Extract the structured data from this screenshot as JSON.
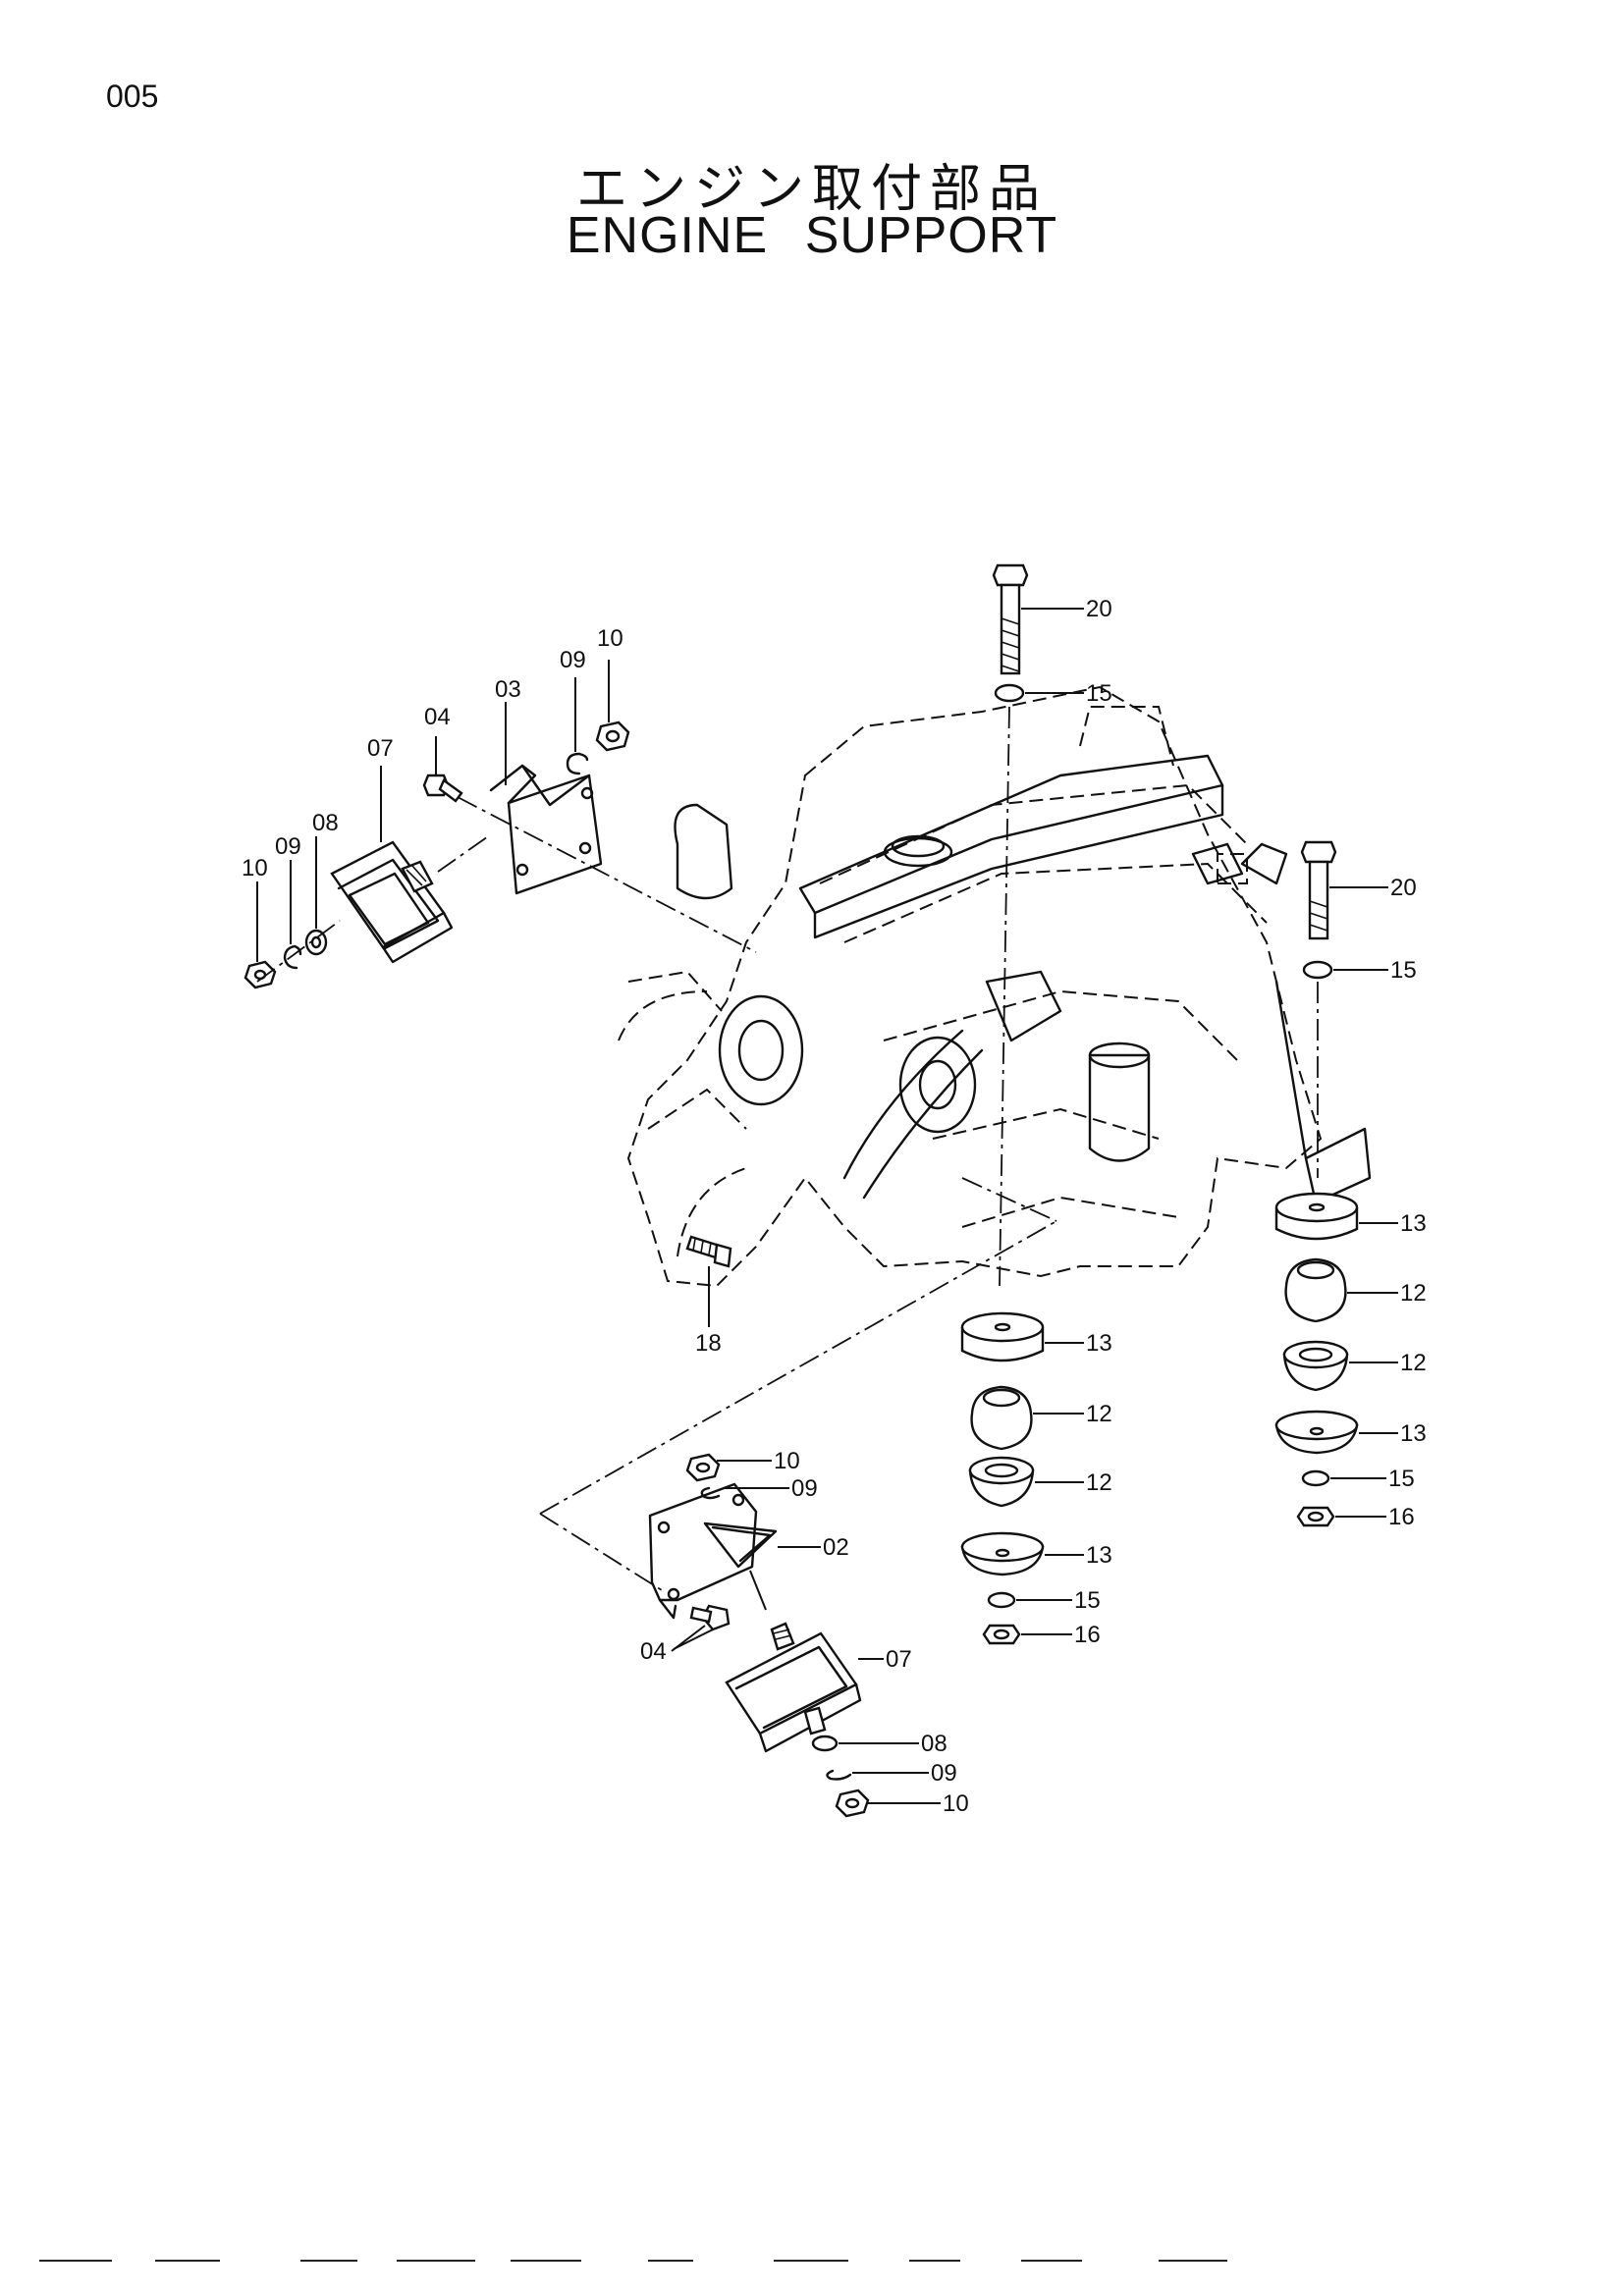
{
  "page_number": "005",
  "title_jp": "エンジン取付部品",
  "title_en": "ENGINE  SUPPORT",
  "callouts": {
    "c02": "02",
    "c03": "03",
    "c04a": "04",
    "c04b": "04",
    "c07a": "07",
    "c07b": "07",
    "c08a": "08",
    "c08b": "08",
    "c09a": "09",
    "c09b": "09",
    "c09c": "09",
    "c09d": "09",
    "c10a": "10",
    "c10b": "10",
    "c10c": "10",
    "c10d": "10",
    "c12a": "12",
    "c12b": "12",
    "c12c": "12",
    "c12d": "12",
    "c13a": "13",
    "c13b": "13",
    "c13c": "13",
    "c13d": "13",
    "c15a": "15",
    "c15b": "15",
    "c15c": "15",
    "c15d": "15",
    "c16a": "16",
    "c16b": "16",
    "c18": "18",
    "c20a": "20",
    "c20b": "20"
  }
}
